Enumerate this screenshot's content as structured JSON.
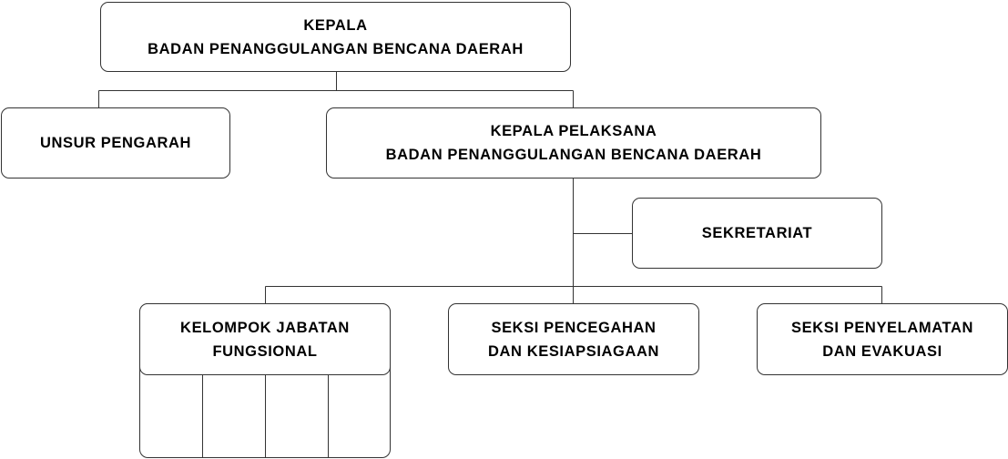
{
  "chart": {
    "head": {
      "line1": "KEPALA",
      "line2": "BADAN PENANGGULANGAN BENCANA DAERAH"
    },
    "steering": {
      "label": "UNSUR PENGARAH"
    },
    "executive": {
      "line1": "KEPALA PELAKSANA",
      "line2": "BADAN PENANGGULANGAN BENCANA DAERAH"
    },
    "secretariat": {
      "label": "SEKRETARIAT"
    },
    "functional": {
      "line1": "KELOMPOK JABATAN",
      "line2": "FUNGSIONAL"
    },
    "prevention": {
      "line1": "SEKSI PENCEGAHAN",
      "line2": "DAN KESIAPSIAGAAN"
    },
    "rescue": {
      "line1": "SEKSI PENYELAMATAN",
      "line2": "DAN EVAKUASI"
    }
  }
}
